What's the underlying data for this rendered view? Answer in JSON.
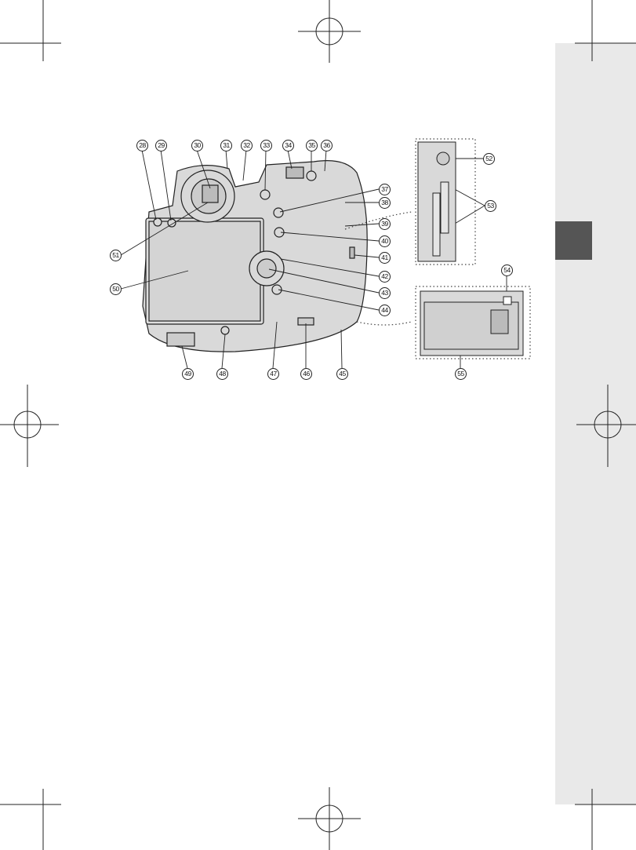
{
  "page": {
    "side_tab_color": "#555555",
    "side_strip_color": "#e9e9e9"
  },
  "diagram": {
    "callouts": [
      "28",
      "29",
      "30",
      "31",
      "32",
      "33",
      "34",
      "35",
      "36",
      "37",
      "38",
      "39",
      "40",
      "41",
      "42",
      "43",
      "44",
      "45",
      "46",
      "47",
      "48",
      "49",
      "50",
      "51",
      "52",
      "53",
      "54",
      "55"
    ]
  }
}
